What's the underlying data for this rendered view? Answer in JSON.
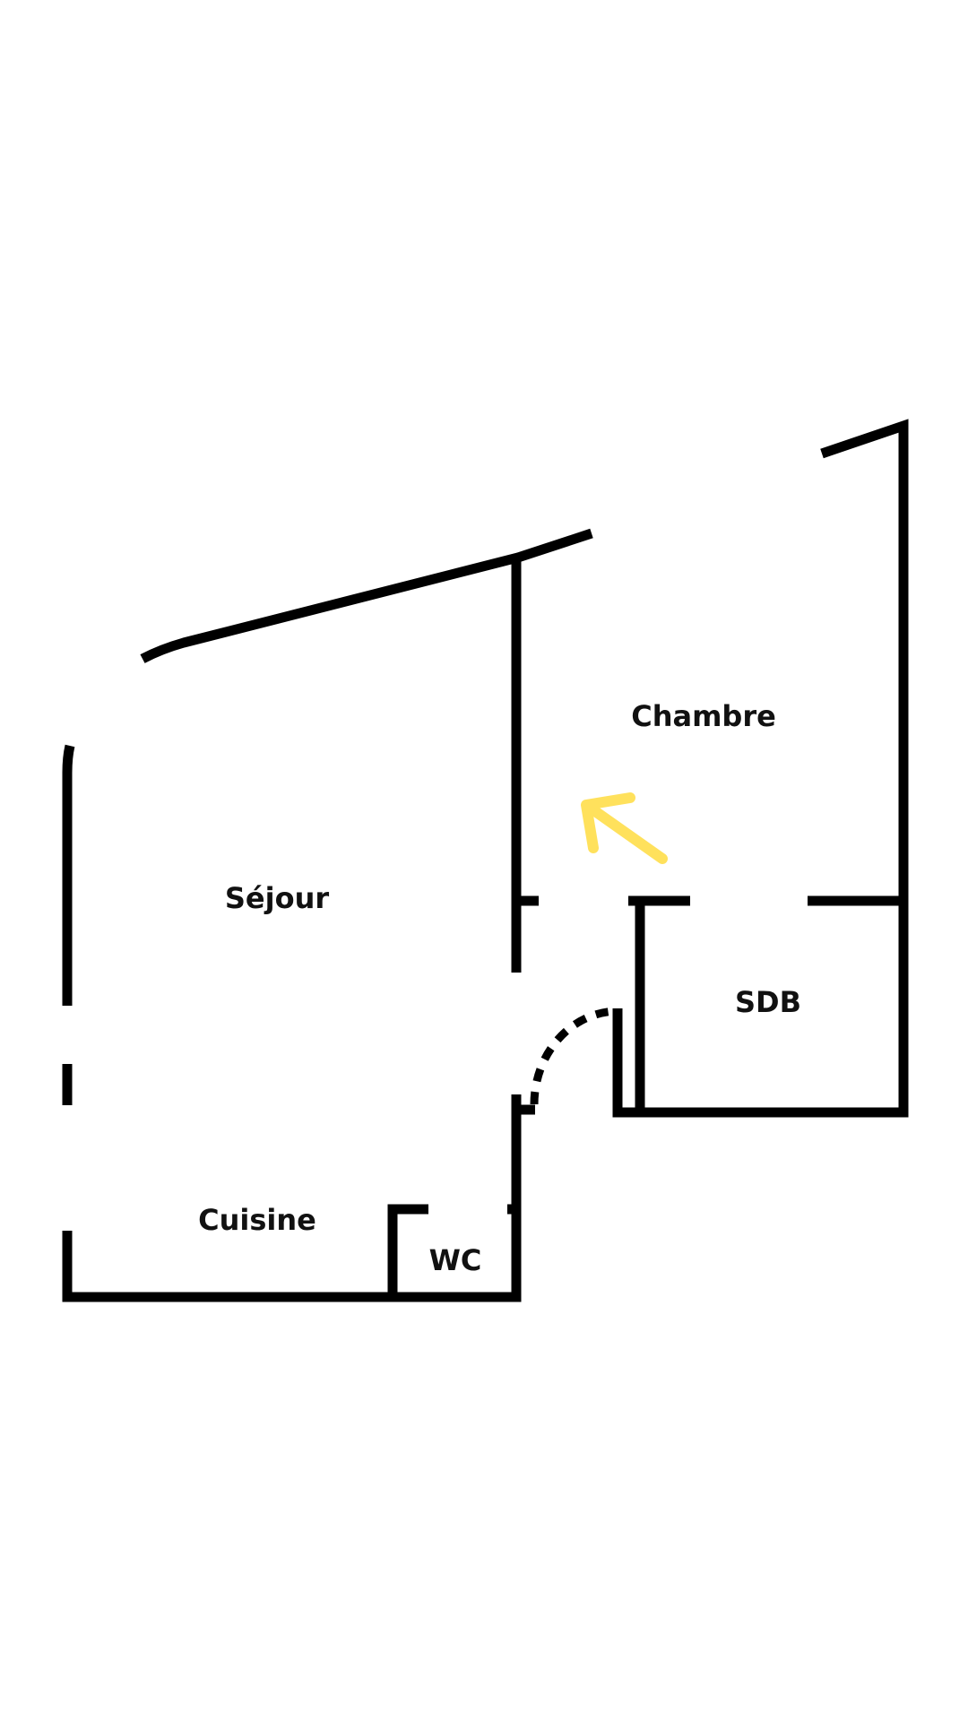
{
  "plan": {
    "rooms": [
      {
        "id": "chambre",
        "label": "Chambre"
      },
      {
        "id": "sejour",
        "label": "Séjour"
      },
      {
        "id": "sdb",
        "label": "SDB"
      },
      {
        "id": "cuisine",
        "label": "Cuisine"
      },
      {
        "id": "wc",
        "label": "WC"
      }
    ],
    "colors": {
      "walls": "#000000",
      "arrow": "#FFE15C",
      "background": "#FFFFFF"
    },
    "arrow_icon": "arrow-up-left"
  }
}
